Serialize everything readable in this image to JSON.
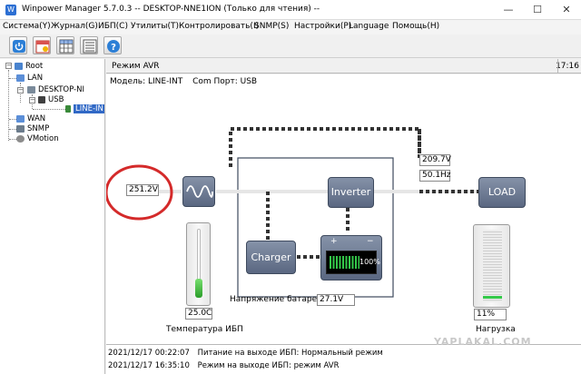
{
  "window": {
    "title": "Winpower Manager 5.7.0.3 -- DESKTOP-NNE1ION (Только для чтения) --",
    "minimize": "—",
    "maximize": "☐",
    "close": "✕"
  },
  "menu": [
    "Система(Y)",
    "Журнал(G)",
    "ИБП(C)",
    "Утилиты(T)",
    "Контролировать(I)",
    "SNMP(S)",
    "Настройки(P)",
    "Language",
    "Помощь(H)"
  ],
  "tree": {
    "root": "Root",
    "lan": "LAN",
    "desktop": "DESKTOP-NI",
    "usb": "USB",
    "line_int": "LINE-IN",
    "wan": "WAN",
    "snmp": "SNMP",
    "vmotion": "VMotion"
  },
  "status": {
    "mode": "Режим AVR",
    "time": "17:16"
  },
  "device": {
    "model": "Модель: LINE-INT",
    "port": "Com Порт: USB"
  },
  "diagram": {
    "input_voltage": "251.2V",
    "output_voltage": "209.7V",
    "output_frequency": "50.1Hz",
    "inverter": "Inverter",
    "load": "LOAD",
    "charger": "Charger",
    "battery_percent": "100%",
    "battery_plus": "+",
    "battery_minus": "−",
    "battery_voltage_label": "Напряжение батареи",
    "battery_voltage": "27.1V",
    "temperature": "25.0C",
    "temperature_label": "Температура ИБП",
    "load_percent": "11%",
    "load_label": "Нагрузка",
    "temperature_level": 0.28,
    "load_level": 0.11
  },
  "log": [
    {
      "time": "2021/12/17 00:22:07",
      "message": "Питание на выходе ИБП: Нормальный режим"
    },
    {
      "time": "2021/12/17 16:35:10",
      "message": "Режим на выходе ИБП: режим AVR"
    }
  ],
  "watermark": "YAPLAKAL.COM",
  "colors": {
    "accent": "#3169c6",
    "highlight_circle": "#d42a2a",
    "battery_green": "#34c94a"
  }
}
